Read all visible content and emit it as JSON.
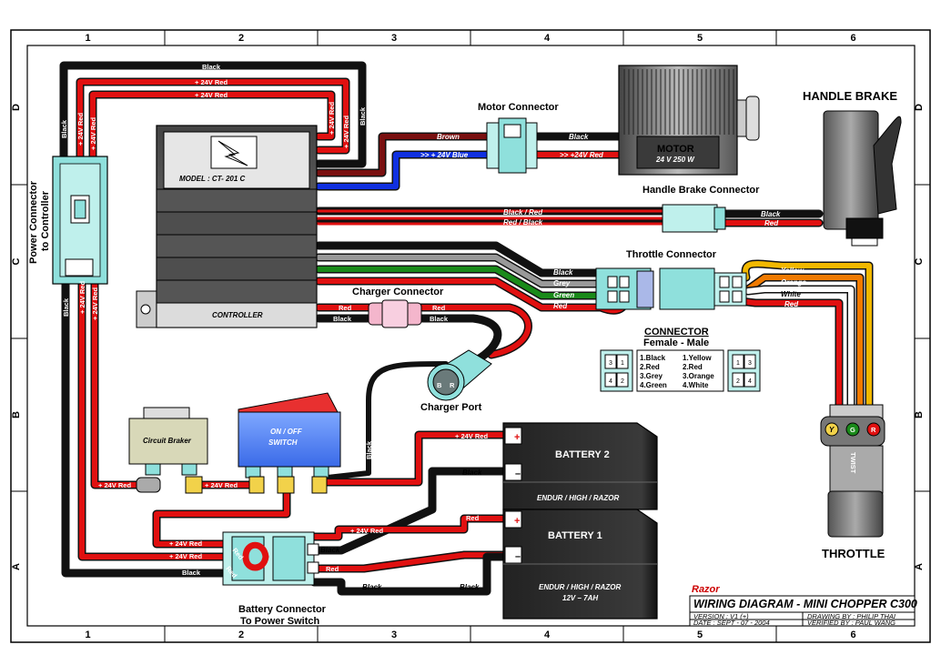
{
  "grid": {
    "columns": [
      "1",
      "2",
      "3",
      "4",
      "5",
      "6"
    ],
    "rows": [
      "D",
      "C",
      "B",
      "A"
    ]
  },
  "components": {
    "motor_connector": "Motor Connector",
    "motor_title": "MOTOR",
    "motor_spec": "24 V 250 W",
    "handle_brake": "HANDLE BRAKE",
    "handle_brake_connector": "Handle Brake Connector",
    "throttle_connector": "Throttle Connector",
    "controller_model": "MODEL : CT- 201 C",
    "controller_label": "CONTROLLER",
    "charger_connector": "Charger Connector",
    "charger_port": "Charger Port",
    "charger_port_b": "B",
    "charger_port_r": "R",
    "power_connector_line1": "Power Connector",
    "power_connector_line2": "to Controller",
    "circuit_breaker": "Circuit Braker",
    "onoff_line1": "ON / OFF",
    "onoff_line2": "SWITCH",
    "battery2": "BATTERY 2",
    "battery1": "BATTERY 1",
    "battery_brand": "ENDUR / HIGH / RAZOR",
    "battery_spec": "12V – 7AH",
    "battery_conn_line1": "Battery Connector",
    "battery_conn_line2": "To Power Switch",
    "throttle": "THROTTLE",
    "twist": "TWIST",
    "throttle_y": "Y",
    "throttle_g": "G",
    "throttle_r": "R",
    "plus": "+",
    "minus": "–"
  },
  "connector_legend": {
    "title": "CONNECTOR",
    "subtitle": "Female  -  Male",
    "female": [
      "1.Black",
      "2.Red",
      "3.Grey",
      "4.Green"
    ],
    "male": [
      "1.Yellow",
      "2.Red",
      "3.Orange",
      "4.White"
    ],
    "pins_left": [
      "3",
      "1",
      "4",
      "2"
    ],
    "pins_right": [
      "1",
      "3",
      "2",
      "4"
    ]
  },
  "wires": {
    "black": "Black",
    "red24": "+ 24V Red",
    "red24_compact": "+24V Red",
    "brown": "Brown",
    "blue24": ">> + 24V Blue",
    "red24_motor": ">> +24V Red",
    "black_red": "Black / Red",
    "red_black": "Red / Black",
    "red": "Red",
    "grey": "Grey",
    "green": "Green",
    "yellow": "Yellow",
    "orange": "Orange",
    "white": "White"
  },
  "title_block": {
    "brand": "Razor",
    "title": "WIRING DIAGRAM - MINI CHOPPER C300",
    "version": "VERSION : V1 (+)",
    "date": "DATE : SEPT - 07 - 2004",
    "drawing_by": "DRAWING BY : PHILIP THAI",
    "verified_by": "VERIFIED BY : PAUL WANG"
  },
  "colors": {
    "black_wire": "#111111",
    "red_wire": "#e01010",
    "brown_wire": "#7a1010",
    "blue_wire": "#1030e0",
    "green_wire": "#1a8a1a",
    "grey_wire": "#999999",
    "yellow_wire": "#f2b800",
    "orange_wire": "#f07a00",
    "connector_teal": "#8fe0dc",
    "controller_grey": "#5a5a5a"
  }
}
